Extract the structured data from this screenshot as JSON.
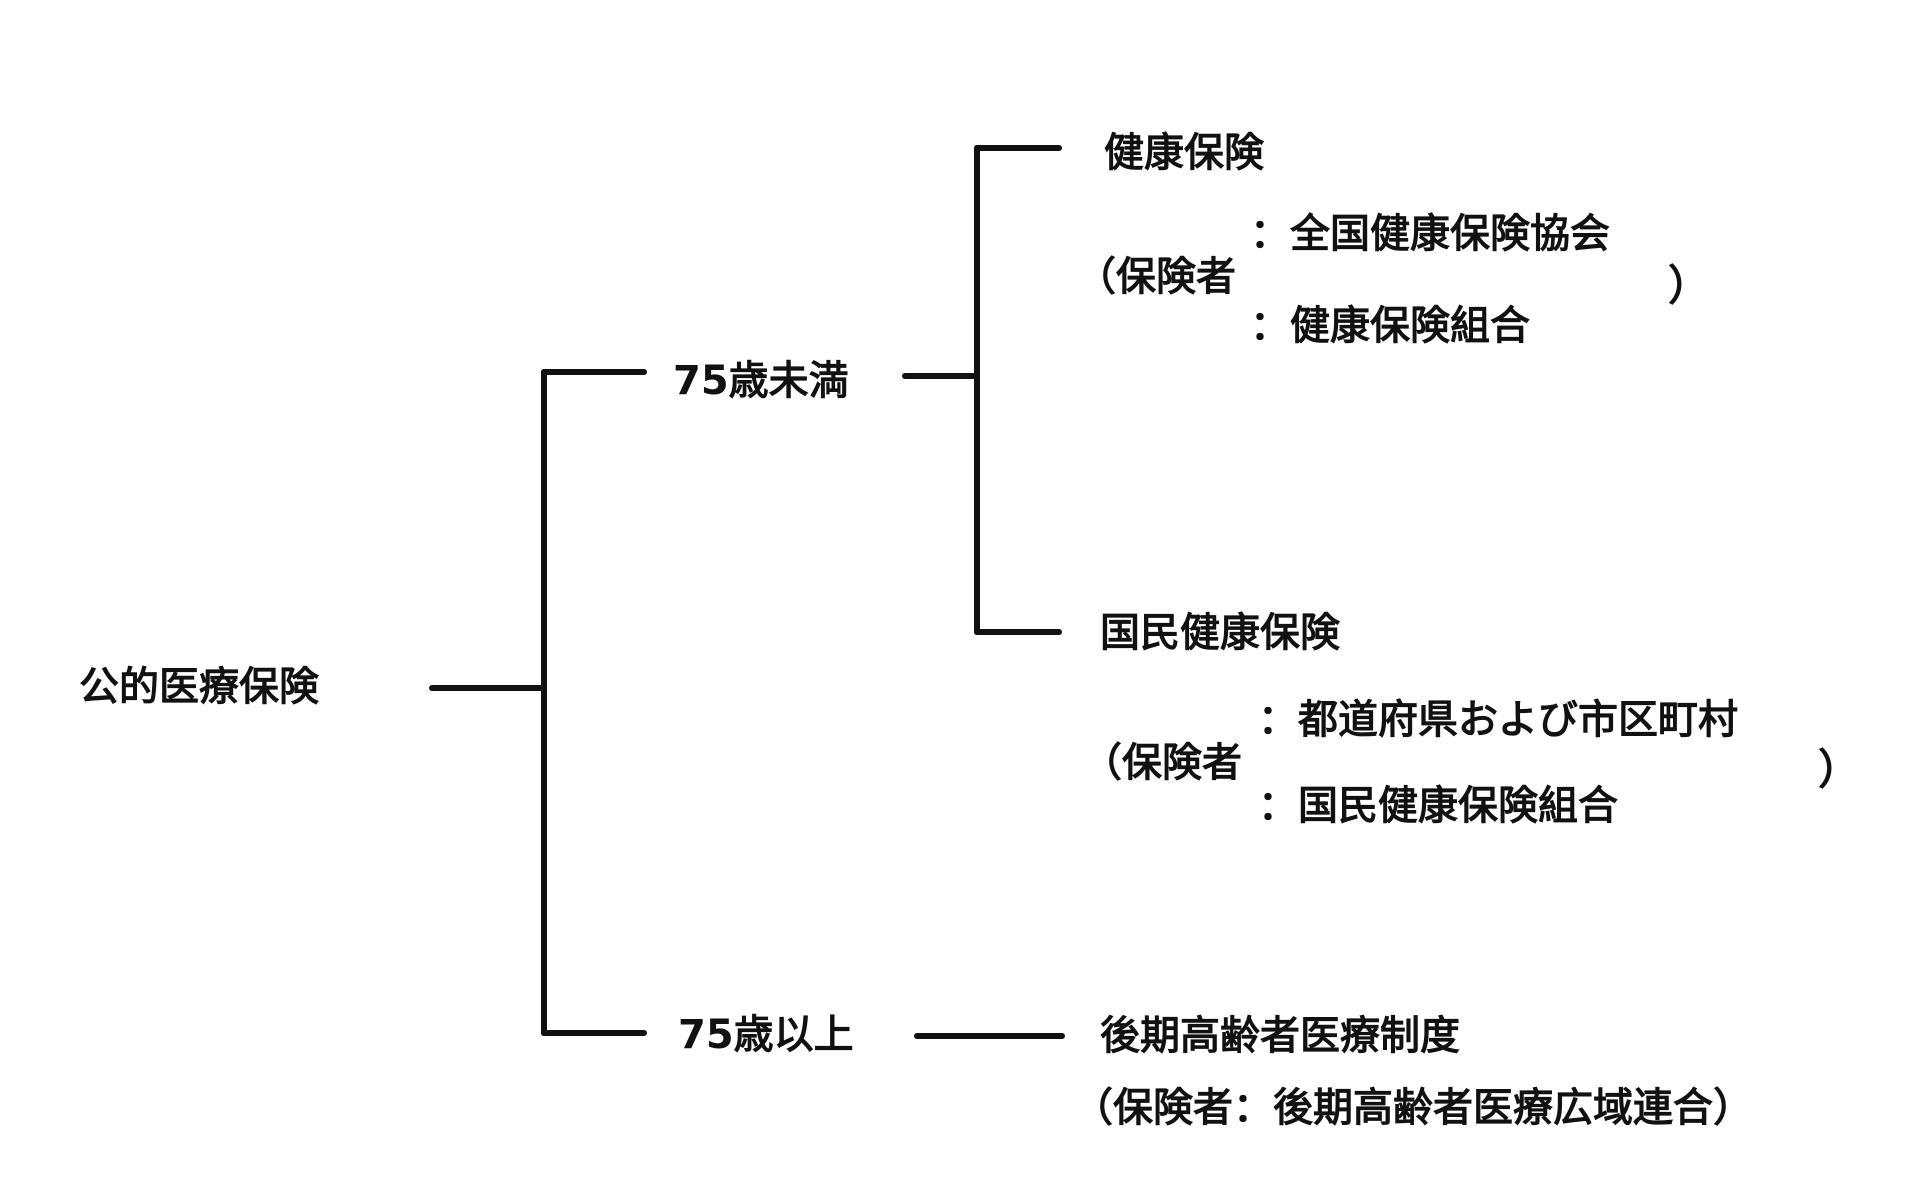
{
  "diagram": {
    "root": "公的医療保険",
    "under75": {
      "label": "75歳未満",
      "health_insurance": {
        "name": "健康保険",
        "insurer_prefix": "（保険者",
        "insurer_1": "：全国健康保険協会",
        "insurer_2": "：健康保険組合",
        "close_paren": "）"
      },
      "national_health_insurance": {
        "name": "国民健康保険",
        "insurer_prefix": "（保険者",
        "insurer_1": "：都道府県および市区町村",
        "insurer_2": "：国民健康保険組合",
        "close_paren": "）"
      }
    },
    "over75": {
      "label": "75歳以上",
      "system_name": "後期高齢者医療制度",
      "insurer_line": "（保険者：後期高齢者医療広域連合）"
    },
    "colors": {
      "line": "#111111",
      "text": "#111111",
      "background": "#ffffff"
    }
  }
}
